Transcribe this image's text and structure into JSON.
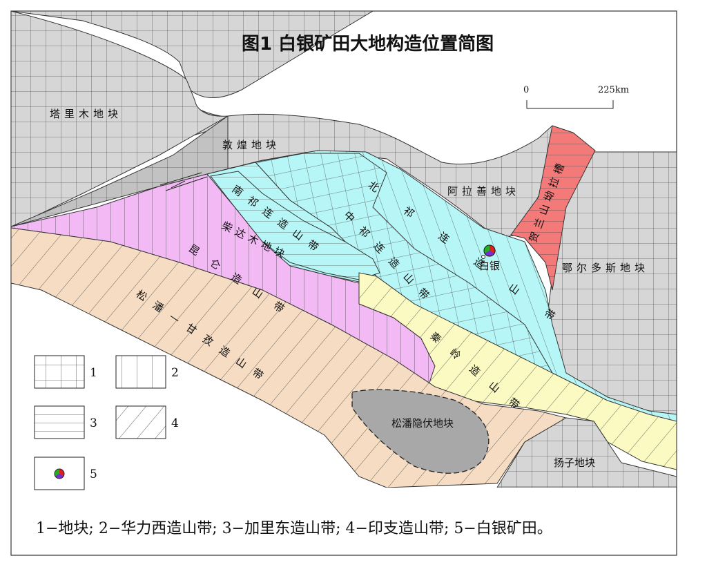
{
  "title": "图1    白银矿田大地构造位置简图",
  "scale": {
    "start": "0",
    "end": "225km"
  },
  "colors": {
    "gray": "#d4d4d4",
    "darkgray": "#bdbdbd",
    "cyan": "#b3f7f7",
    "pink": "#f2b9f5",
    "peach": "#f5dcc2",
    "yellow": "#fafac2",
    "red": "#f57a7a"
  },
  "regions": {
    "talimu": "塔里木地块",
    "dunhuang": "敦煌地块",
    "alashan": "阿拉善地块",
    "erdos": "鄂尔多斯地块",
    "helan": "贺兰山坳拉槽",
    "nanqilian": "南祁连造山带",
    "zhongqilian": "中祁连造山带",
    "beiqilian": "北祁连造山带",
    "chaidamu": "柴达木地块",
    "kunlun": "昆仑造山带",
    "songpan_ganzi": "松潘—甘孜造山带",
    "qinling": "秦岭造山带",
    "songpan_block": "松潘隐伏地块",
    "yangzi": "扬子地块",
    "baiyin": "白银"
  },
  "legend": [
    {
      "num": "1"
    },
    {
      "num": "2"
    },
    {
      "num": "3"
    },
    {
      "num": "4"
    },
    {
      "num": "5"
    }
  ],
  "caption": "1−地块; 2−华力西造山带; 3−加里东造山带; 4−印支造山带; 5−白银矿田。"
}
